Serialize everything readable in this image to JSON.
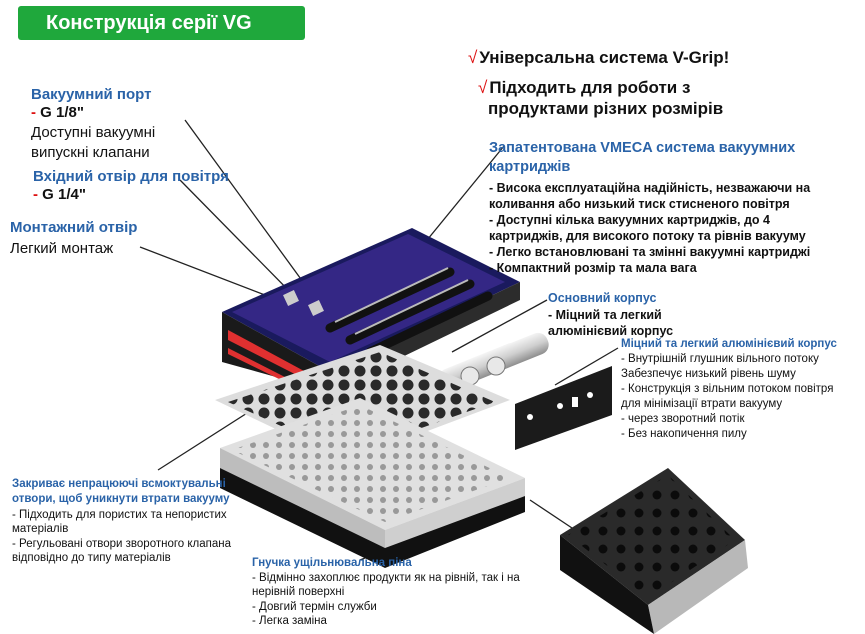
{
  "title": "Конструкція серії VG",
  "features": [
    {
      "mark": "√",
      "text": "Універсальна система V-Grip!"
    },
    {
      "mark": "√",
      "text": "Підходить для роботи з"
    },
    {
      "mark": "",
      "text": "продуктами різних розмірів"
    }
  ],
  "vacuum_port": {
    "heading": "Вакуумний порт",
    "dash": "-",
    "spec": " G 1/8\"",
    "line2": "Доступні вакуумні",
    "line3": "випускні клапани"
  },
  "air_inlet": {
    "heading": "Вхідний отвір для повітря",
    "dash": "-",
    "spec": " G 1/4\""
  },
  "mounting": {
    "heading": "Монтажний отвір",
    "text": "Легкий монтаж"
  },
  "vmeca": {
    "heading1": "Запатентована VMECA система вакуумних",
    "heading2": "картриджів",
    "lines": [
      "- Висока експлуатаційна надійність, незважаючи на",
      "коливання або низький тиск стисненого повітря",
      "- Доступні кілька вакуумних картриджів, до 4",
      "картриджів, для високого потоку та рівнів вакууму",
      "- Легко встановлювані та змінні вакуумні картриджі",
      "- Компактний розмір та мала вага"
    ]
  },
  "main_body": {
    "heading": "Основний корпус",
    "line1": "- Міцний та легкий",
    "line2": "алюмінієвий корпус"
  },
  "alu_body": {
    "heading": "Міцний та легкий алюмінієвий корпус",
    "lines": [
      "- Внутрішній глушник вільного потоку",
      "Забезпечує низький рівень шуму",
      "- Конструкція з вільним потоком повітря",
      "для мінімізації втрати вакууму",
      "- через зворотний потік",
      "- Без накопичення пилу"
    ]
  },
  "closes": {
    "heading1": "Закриває непрацюючі всмоктувальні",
    "heading2": "отвори, щоб уникнути втрати вакууму",
    "lines": [
      "- Підходить для пористих та непористих",
      "матеріалів",
      "- Регульовані отвори зворотного клапана",
      "відповідно до типу матеріалів"
    ]
  },
  "foam": {
    "heading": "Гнучка ущільнювальна піна",
    "lines": [
      "- Відмінно захоплює продукти як на рівній, так і на",
      "нерівній поверхні",
      "- Довгий термін служби",
      "- Легка заміна"
    ]
  },
  "colors": {
    "banner": "#1fa83c",
    "heading_blue": "#2a63a8",
    "accent_red": "#dd1111",
    "body_purple": "#3a2a8c"
  }
}
